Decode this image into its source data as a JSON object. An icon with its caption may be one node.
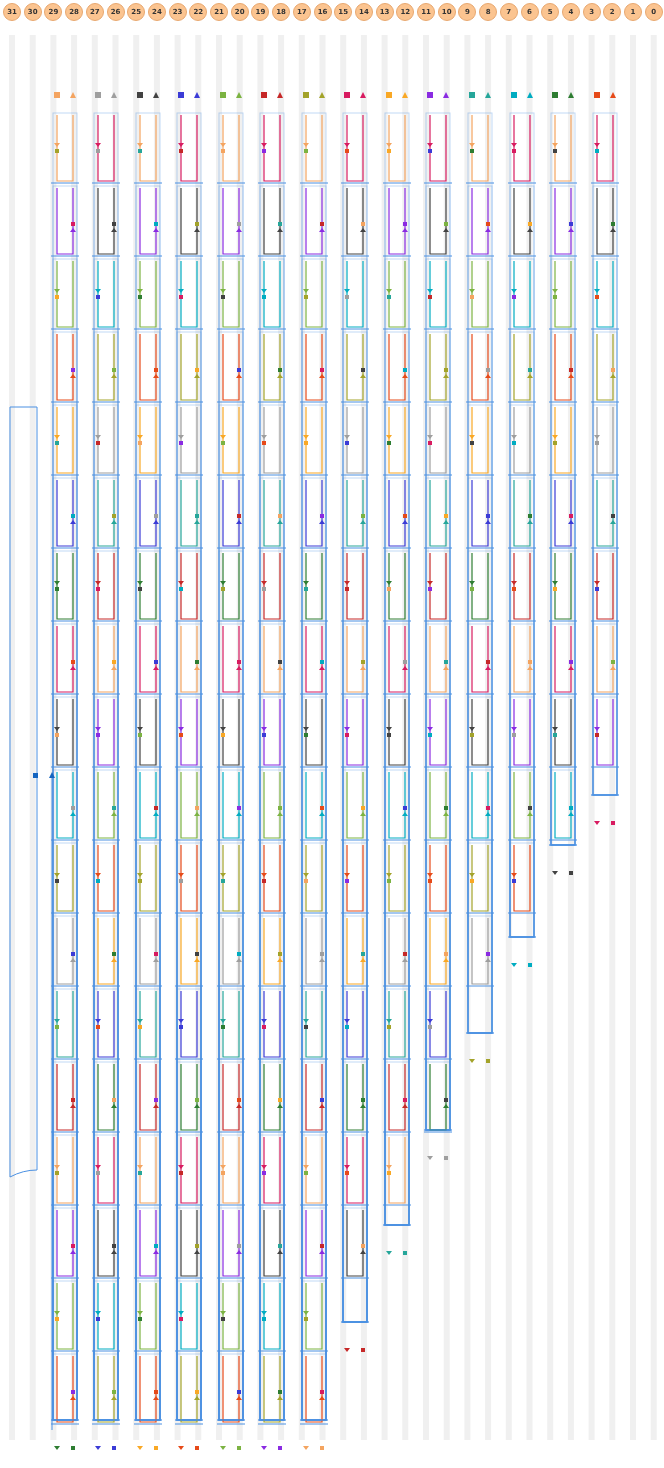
{
  "diagram": {
    "nodes": [
      {
        "text": [
          "31"
        ]
      },
      {
        "text": [
          "30"
        ]
      },
      {
        "text": [
          "29"
        ]
      },
      {
        "text": [
          "28"
        ]
      },
      {
        "text": [
          "27"
        ]
      },
      {
        "text": [
          "26"
        ]
      },
      {
        "text": [
          "25"
        ]
      },
      {
        "text": [
          "24"
        ]
      },
      {
        "text": [
          "23"
        ]
      },
      {
        "text": [
          "22"
        ]
      },
      {
        "text": [
          "21"
        ]
      },
      {
        "text": [
          "20"
        ]
      },
      {
        "text": [
          "19"
        ]
      },
      {
        "text": [
          "18"
        ]
      },
      {
        "text": [
          "17"
        ]
      },
      {
        "text": [
          "16"
        ]
      },
      {
        "text": [
          "15"
        ]
      },
      {
        "text": [
          "14"
        ]
      },
      {
        "text": [
          "13"
        ]
      },
      {
        "text": [
          "12"
        ]
      },
      {
        "text": [
          "11"
        ]
      },
      {
        "text": [
          "10"
        ]
      },
      {
        "text": [
          "9"
        ]
      },
      {
        "text": [
          "8"
        ]
      },
      {
        "text": [
          "7"
        ]
      },
      {
        "text": [
          "6"
        ]
      },
      {
        "text": [
          "5"
        ]
      },
      {
        "text": [
          "4"
        ]
      },
      {
        "text": [
          "3"
        ]
      },
      {
        "text": [
          "2"
        ]
      },
      {
        "text": [
          "1"
        ]
      },
      {
        "text": [
          "0"
        ]
      }
    ]
  }
}
